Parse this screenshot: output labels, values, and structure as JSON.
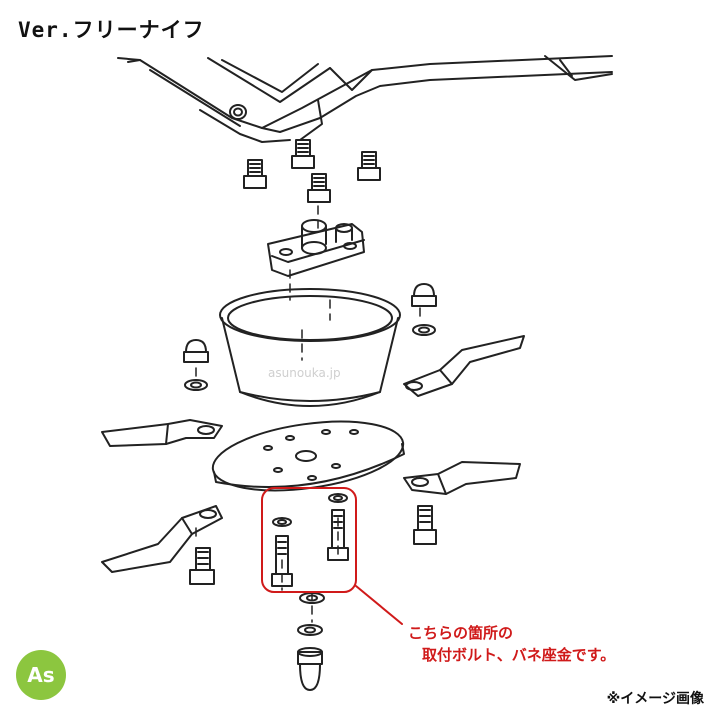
{
  "title": "Ver.フリーナイフ",
  "watermark": "asunouka.jp",
  "callout": {
    "line1": "こちらの箇所の",
    "line2": "取付ボルト、バネ座金です。",
    "color": "#d01a1a"
  },
  "note": "※イメージ画像",
  "logo": {
    "text": "As",
    "color": "#8cc63f"
  }
}
